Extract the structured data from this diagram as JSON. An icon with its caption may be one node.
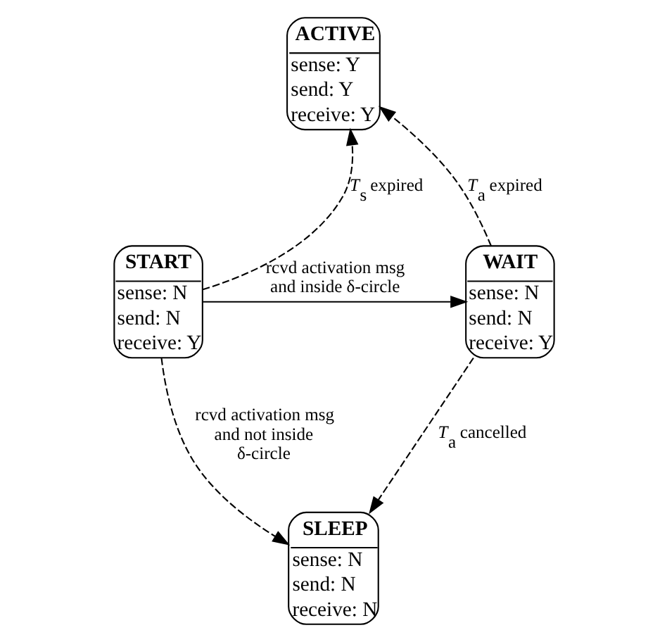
{
  "diagram": {
    "nodes": [
      {
        "text": [
          "ACTIVE",
          "sense: Y",
          "send: Y",
          "receive: Y"
        ]
      },
      {
        "text": [
          "START",
          "sense: N",
          "send: N",
          "receive: Y"
        ]
      },
      {
        "text": [
          "WAIT",
          "sense: N",
          "send: N",
          "receive: Y"
        ]
      },
      {
        "text": [
          "SLEEP",
          "sense: N",
          "send: N",
          "receive: N"
        ]
      }
    ],
    "edges": [
      {
        "from": 1,
        "to": 0,
        "arrow": "to",
        "label": "*T*$_{s}$ expired",
        "style": "dashed"
      },
      {
        "from": 2,
        "to": 0,
        "arrow": "to",
        "label": "*T*$_{a}$ expired",
        "style": "dashed"
      },
      {
        "from": 1,
        "to": 2,
        "arrow": "to",
        "label": "rcvd activation msg and inside δ-circle"
      },
      {
        "from": 1,
        "to": 3,
        "arrow": "to",
        "label": "rcvd activation msg and not inside δ-circle",
        "style": "dashed"
      },
      {
        "from": 2,
        "to": 3,
        "arrow": "to",
        "label": "*T*$_{a}$ cancelled",
        "style": "dashed"
      }
    ]
  }
}
